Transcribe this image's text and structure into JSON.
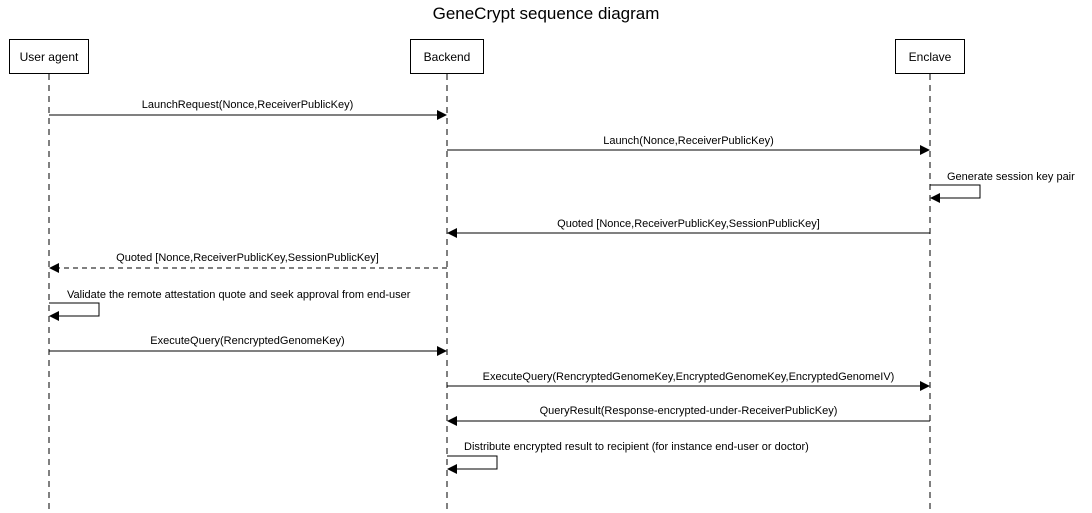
{
  "title": "GeneCrypt sequence diagram",
  "participants": [
    "User agent",
    "Backend",
    "Enclave"
  ],
  "messages": [
    {
      "from": "User agent",
      "to": "Backend",
      "label": "LaunchRequest(Nonce,ReceiverPublicKey)",
      "style": "solid"
    },
    {
      "from": "Backend",
      "to": "Enclave",
      "label": "Launch(Nonce,ReceiverPublicKey)",
      "style": "solid"
    },
    {
      "from": "Enclave",
      "to": "Enclave",
      "label": "Generate session key pair",
      "style": "self"
    },
    {
      "from": "Enclave",
      "to": "Backend",
      "label": "Quoted [Nonce,ReceiverPublicKey,SessionPublicKey]",
      "style": "solid"
    },
    {
      "from": "Backend",
      "to": "User agent",
      "label": "Quoted [Nonce,ReceiverPublicKey,SessionPublicKey]",
      "style": "dashed"
    },
    {
      "from": "User agent",
      "to": "User agent",
      "label": "Validate the remote attestation quote and seek approval from end-user",
      "style": "self"
    },
    {
      "from": "User agent",
      "to": "Backend",
      "label": "ExecuteQuery(RencryptedGenomeKey)",
      "style": "solid"
    },
    {
      "from": "Backend",
      "to": "Enclave",
      "label": "ExecuteQuery(RencryptedGenomeKey,EncryptedGenomeKey,EncryptedGenomeIV)",
      "style": "solid"
    },
    {
      "from": "Enclave",
      "to": "Backend",
      "label": "QueryResult(Response-encrypted-under-ReceiverPublicKey)",
      "style": "solid"
    },
    {
      "from": "Backend",
      "to": "Backend",
      "label": "Distribute encrypted result to recipient (for instance end-user or doctor)",
      "style": "self"
    }
  ]
}
